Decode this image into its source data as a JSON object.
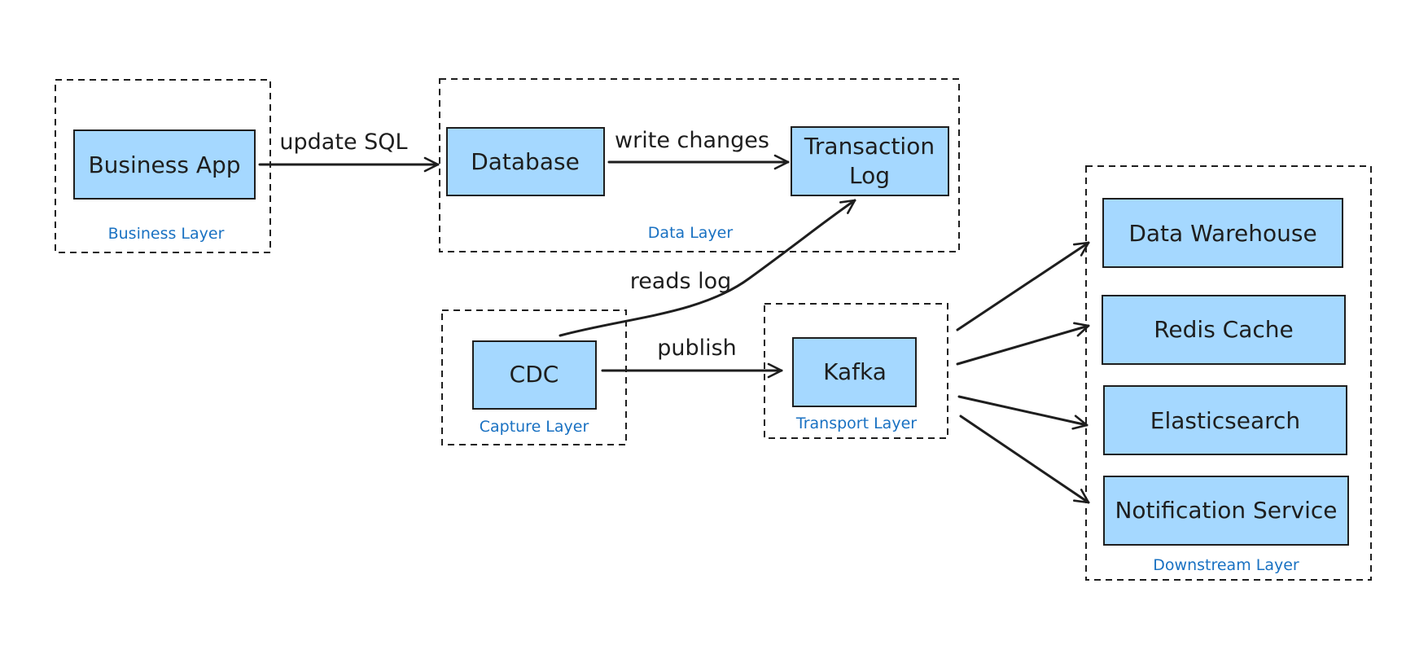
{
  "groups": {
    "business": {
      "label": "Business Layer"
    },
    "data": {
      "label": "Data Layer"
    },
    "capture": {
      "label": "Capture Layer"
    },
    "transport": {
      "label": "Transport Layer"
    },
    "downstream": {
      "label": "Downstream Layer"
    }
  },
  "nodes": {
    "business_app": {
      "label": "Business App"
    },
    "database": {
      "label": "Database"
    },
    "transaction_log": {
      "line1": "Transaction",
      "line2": "Log"
    },
    "cdc": {
      "label": "CDC"
    },
    "kafka": {
      "label": "Kafka"
    },
    "data_warehouse": {
      "label": "Data Warehouse"
    },
    "redis_cache": {
      "label": "Redis Cache"
    },
    "elasticsearch": {
      "label": "Elasticsearch"
    },
    "notification_service": {
      "label": "Notification Service"
    }
  },
  "edges": {
    "update_sql": {
      "label": "update SQL"
    },
    "write_changes": {
      "label": "write changes"
    },
    "reads_log": {
      "label": "reads log"
    },
    "publish": {
      "label": "publish"
    }
  },
  "colors": {
    "node_fill": "#a5d8ff",
    "stroke": "#1e1e1e",
    "group_label": "#1971c2"
  }
}
